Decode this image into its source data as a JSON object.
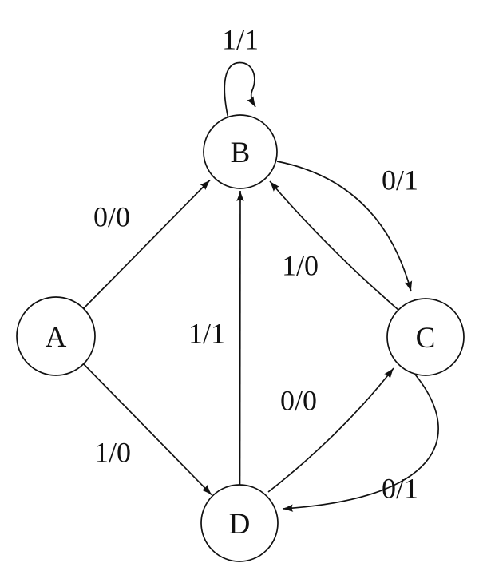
{
  "diagram": {
    "type": "mealy-state-machine",
    "background": "#ffffff",
    "ink": "#111111",
    "node_fill": "#ffffff",
    "nodes": [
      {
        "id": "A",
        "label": "A"
      },
      {
        "id": "B",
        "label": "B"
      },
      {
        "id": "C",
        "label": "C"
      },
      {
        "id": "D",
        "label": "D"
      }
    ],
    "edges": [
      {
        "from": "A",
        "to": "B",
        "label": "0/0"
      },
      {
        "from": "A",
        "to": "D",
        "label": "1/0"
      },
      {
        "from": "D",
        "to": "B",
        "label": "1/1"
      },
      {
        "from": "B",
        "to": "B",
        "label": "1/1"
      },
      {
        "from": "B",
        "to": "C",
        "label": "0/1"
      },
      {
        "from": "C",
        "to": "B",
        "label": "1/0"
      },
      {
        "from": "D",
        "to": "C",
        "label": "0/0"
      },
      {
        "from": "C",
        "to": "D",
        "label": "0/1"
      }
    ]
  }
}
